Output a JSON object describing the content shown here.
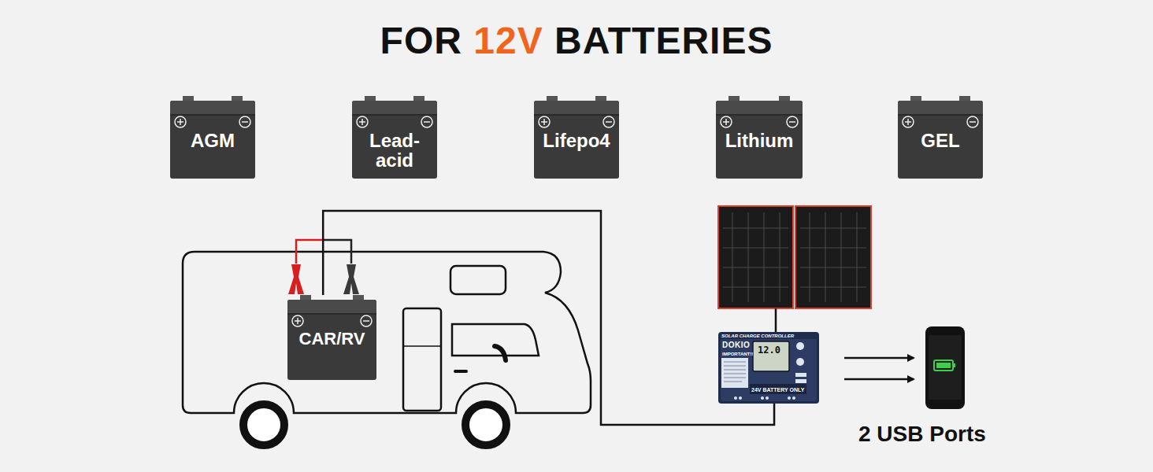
{
  "diagram": {
    "title": "FOR 12V BATTERIES",
    "nodes": [
      {
        "text": [
          "AGM"
        ]
      },
      {
        "text": [
          "Lead-acid"
        ]
      },
      {
        "text": [
          "Lifepo4"
        ]
      },
      {
        "text": [
          "Lithium"
        ]
      },
      {
        "text": [
          "GEL"
        ]
      },
      {
        "text": [
          "CAR/RV"
        ]
      },
      {
        "text": [
          "SOLAR CHARGE CONTROLLER",
          "DOKIO",
          "12.0",
          "IMPORTANT!!",
          "24V BATTERY ONLY"
        ]
      }
    ],
    "edges": [
      {
        "from": 5,
        "to": 6,
        "arrow": "none"
      }
    ],
    "labels": [
      "2 USB Ports"
    ]
  }
}
